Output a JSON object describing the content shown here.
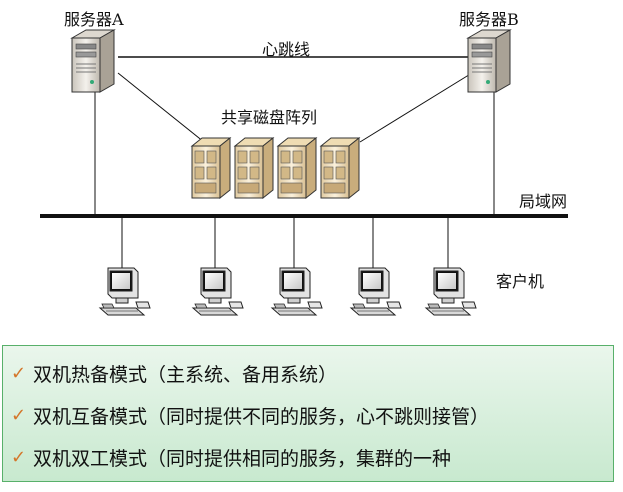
{
  "diagram": {
    "server_a_label": "服务器A",
    "server_b_label": "服务器B",
    "heartbeat_label": "心跳线",
    "storage_label": "共享磁盘阵列",
    "lan_label": "局域网",
    "client_label": "客户机"
  },
  "modes": {
    "items": [
      {
        "text": "双机热备模式（主系统、备用系统）"
      },
      {
        "text": "双机互备模式（同时提供不同的服务，心不跳则接管）"
      },
      {
        "text": "双机双工模式（同时提供相同的服务，集群的一种"
      }
    ]
  },
  "colors": {
    "check": "#d4762a",
    "panel_border": "#58b06a",
    "panel_fill": "#c8e9cf",
    "server_body": "#e8e4dc",
    "disk_body": "#f1e3c4"
  },
  "icons": {
    "server": "server-tower-icon",
    "disk_array": "disk-cabinet-icon",
    "client": "desktop-computer-icon",
    "check": "checkmark-icon"
  }
}
